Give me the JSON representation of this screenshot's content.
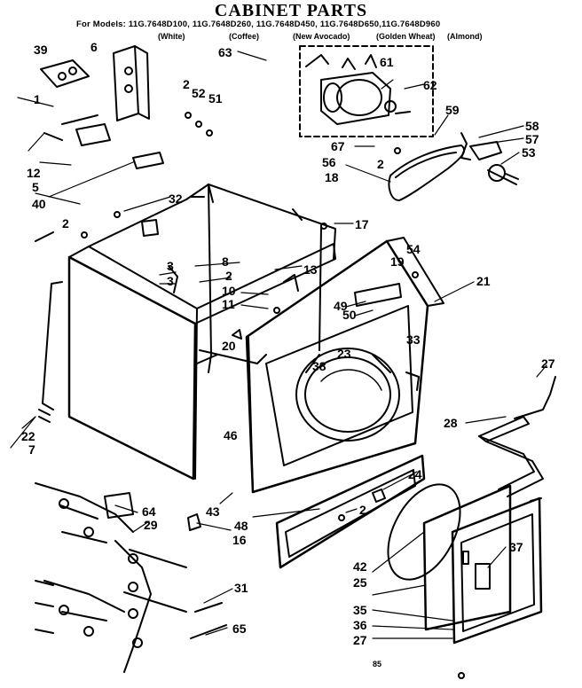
{
  "title": "CABINET PARTS",
  "models_line": "For Models: 11G.7648D100, 11G.7648D260, 11G.7648D450, 11G.7648D650,11G.7648D960",
  "colors": [
    "(White)",
    "(Coffee)",
    "(New Avocado)",
    "(Golden Wheat)",
    "(Almond)"
  ],
  "page_number": "85",
  "callouts": [
    "39",
    "6",
    "2",
    "52",
    "51",
    "1",
    "63",
    "61",
    "62",
    "59",
    "58",
    "57",
    "53",
    "12",
    "5",
    "40",
    "32",
    "2",
    "56",
    "18",
    "67",
    "2",
    "17",
    "54",
    "19",
    "21",
    "8",
    "2",
    "13",
    "3",
    "3",
    "10",
    "11",
    "49",
    "50",
    "20",
    "38",
    "23",
    "33",
    "27",
    "22",
    "7",
    "46",
    "28",
    "24",
    "43",
    "48",
    "2",
    "16",
    "64",
    "29",
    "42",
    "25",
    "35",
    "36",
    "37",
    "27",
    "31",
    "65"
  ],
  "ink_color": "#000000"
}
